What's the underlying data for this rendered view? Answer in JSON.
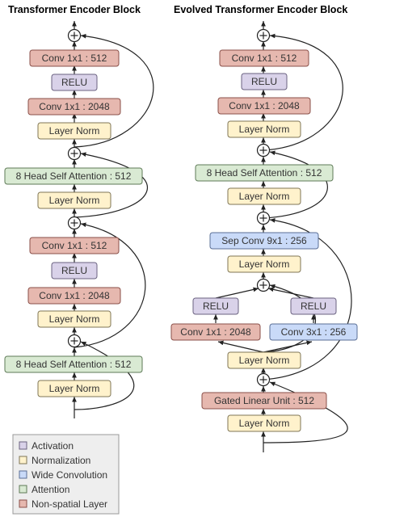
{
  "titles": {
    "left": "Transformer Encoder Block",
    "right": "Evolved Transformer Encoder Block"
  },
  "colors": {
    "activation": "#d9d2e9",
    "normalization": "#fff2cc",
    "wide_convolution": "#c9daf8",
    "attention": "#d9ead3",
    "non_spatial": "#e6b8af",
    "activation_border": "#6a6280",
    "normalization_border": "#7f7656",
    "wide_convolution_border": "#5a6f96",
    "attention_border": "#5e7a57",
    "non_spatial_border": "#8a4f48"
  },
  "left": {
    "conv_top": "Conv 1x1 : 512",
    "relu_top": "RELU",
    "conv_2048_top": "Conv 1x1 : 2048",
    "norm_1": "Layer Norm",
    "attention_top": "8 Head Self Attention : 512",
    "norm_2": "Layer Norm",
    "conv_mid": "Conv 1x1 : 512",
    "relu_mid": "RELU",
    "conv_2048_mid": "Conv 1x1 : 2048",
    "norm_3": "Layer Norm",
    "attention_bottom": "8 Head Self Attention : 512",
    "norm_4": "Layer Norm"
  },
  "right": {
    "conv_top": "Conv 1x1 : 512",
    "relu_top": "RELU",
    "conv_2048": "Conv 1x1 : 2048",
    "norm_1": "Layer Norm",
    "attention": "8 Head Self Attention : 512",
    "norm_2": "Layer Norm",
    "sep_conv": "Sep Conv 9x1 : 256",
    "norm_3": "Layer Norm",
    "relu_left": "RELU",
    "relu_right": "RELU",
    "conv_1x1": "Conv 1x1 : 2048",
    "conv_3x1": "Conv 3x1 : 256",
    "norm_4": "Layer Norm",
    "glu": "Gated Linear Unit : 512",
    "norm_5": "Layer Norm"
  },
  "legend": [
    {
      "label": "Activation",
      "color": "#d9d2e9",
      "border": "#6a6280"
    },
    {
      "label": "Normalization",
      "color": "#fff2cc",
      "border": "#7f7656"
    },
    {
      "label": "Wide Convolution",
      "color": "#c9daf8",
      "border": "#5a6f96"
    },
    {
      "label": "Attention",
      "color": "#d9ead3",
      "border": "#5e7a57"
    },
    {
      "label": "Non-spatial Layer",
      "color": "#e6b8af",
      "border": "#8a4f48"
    }
  ]
}
